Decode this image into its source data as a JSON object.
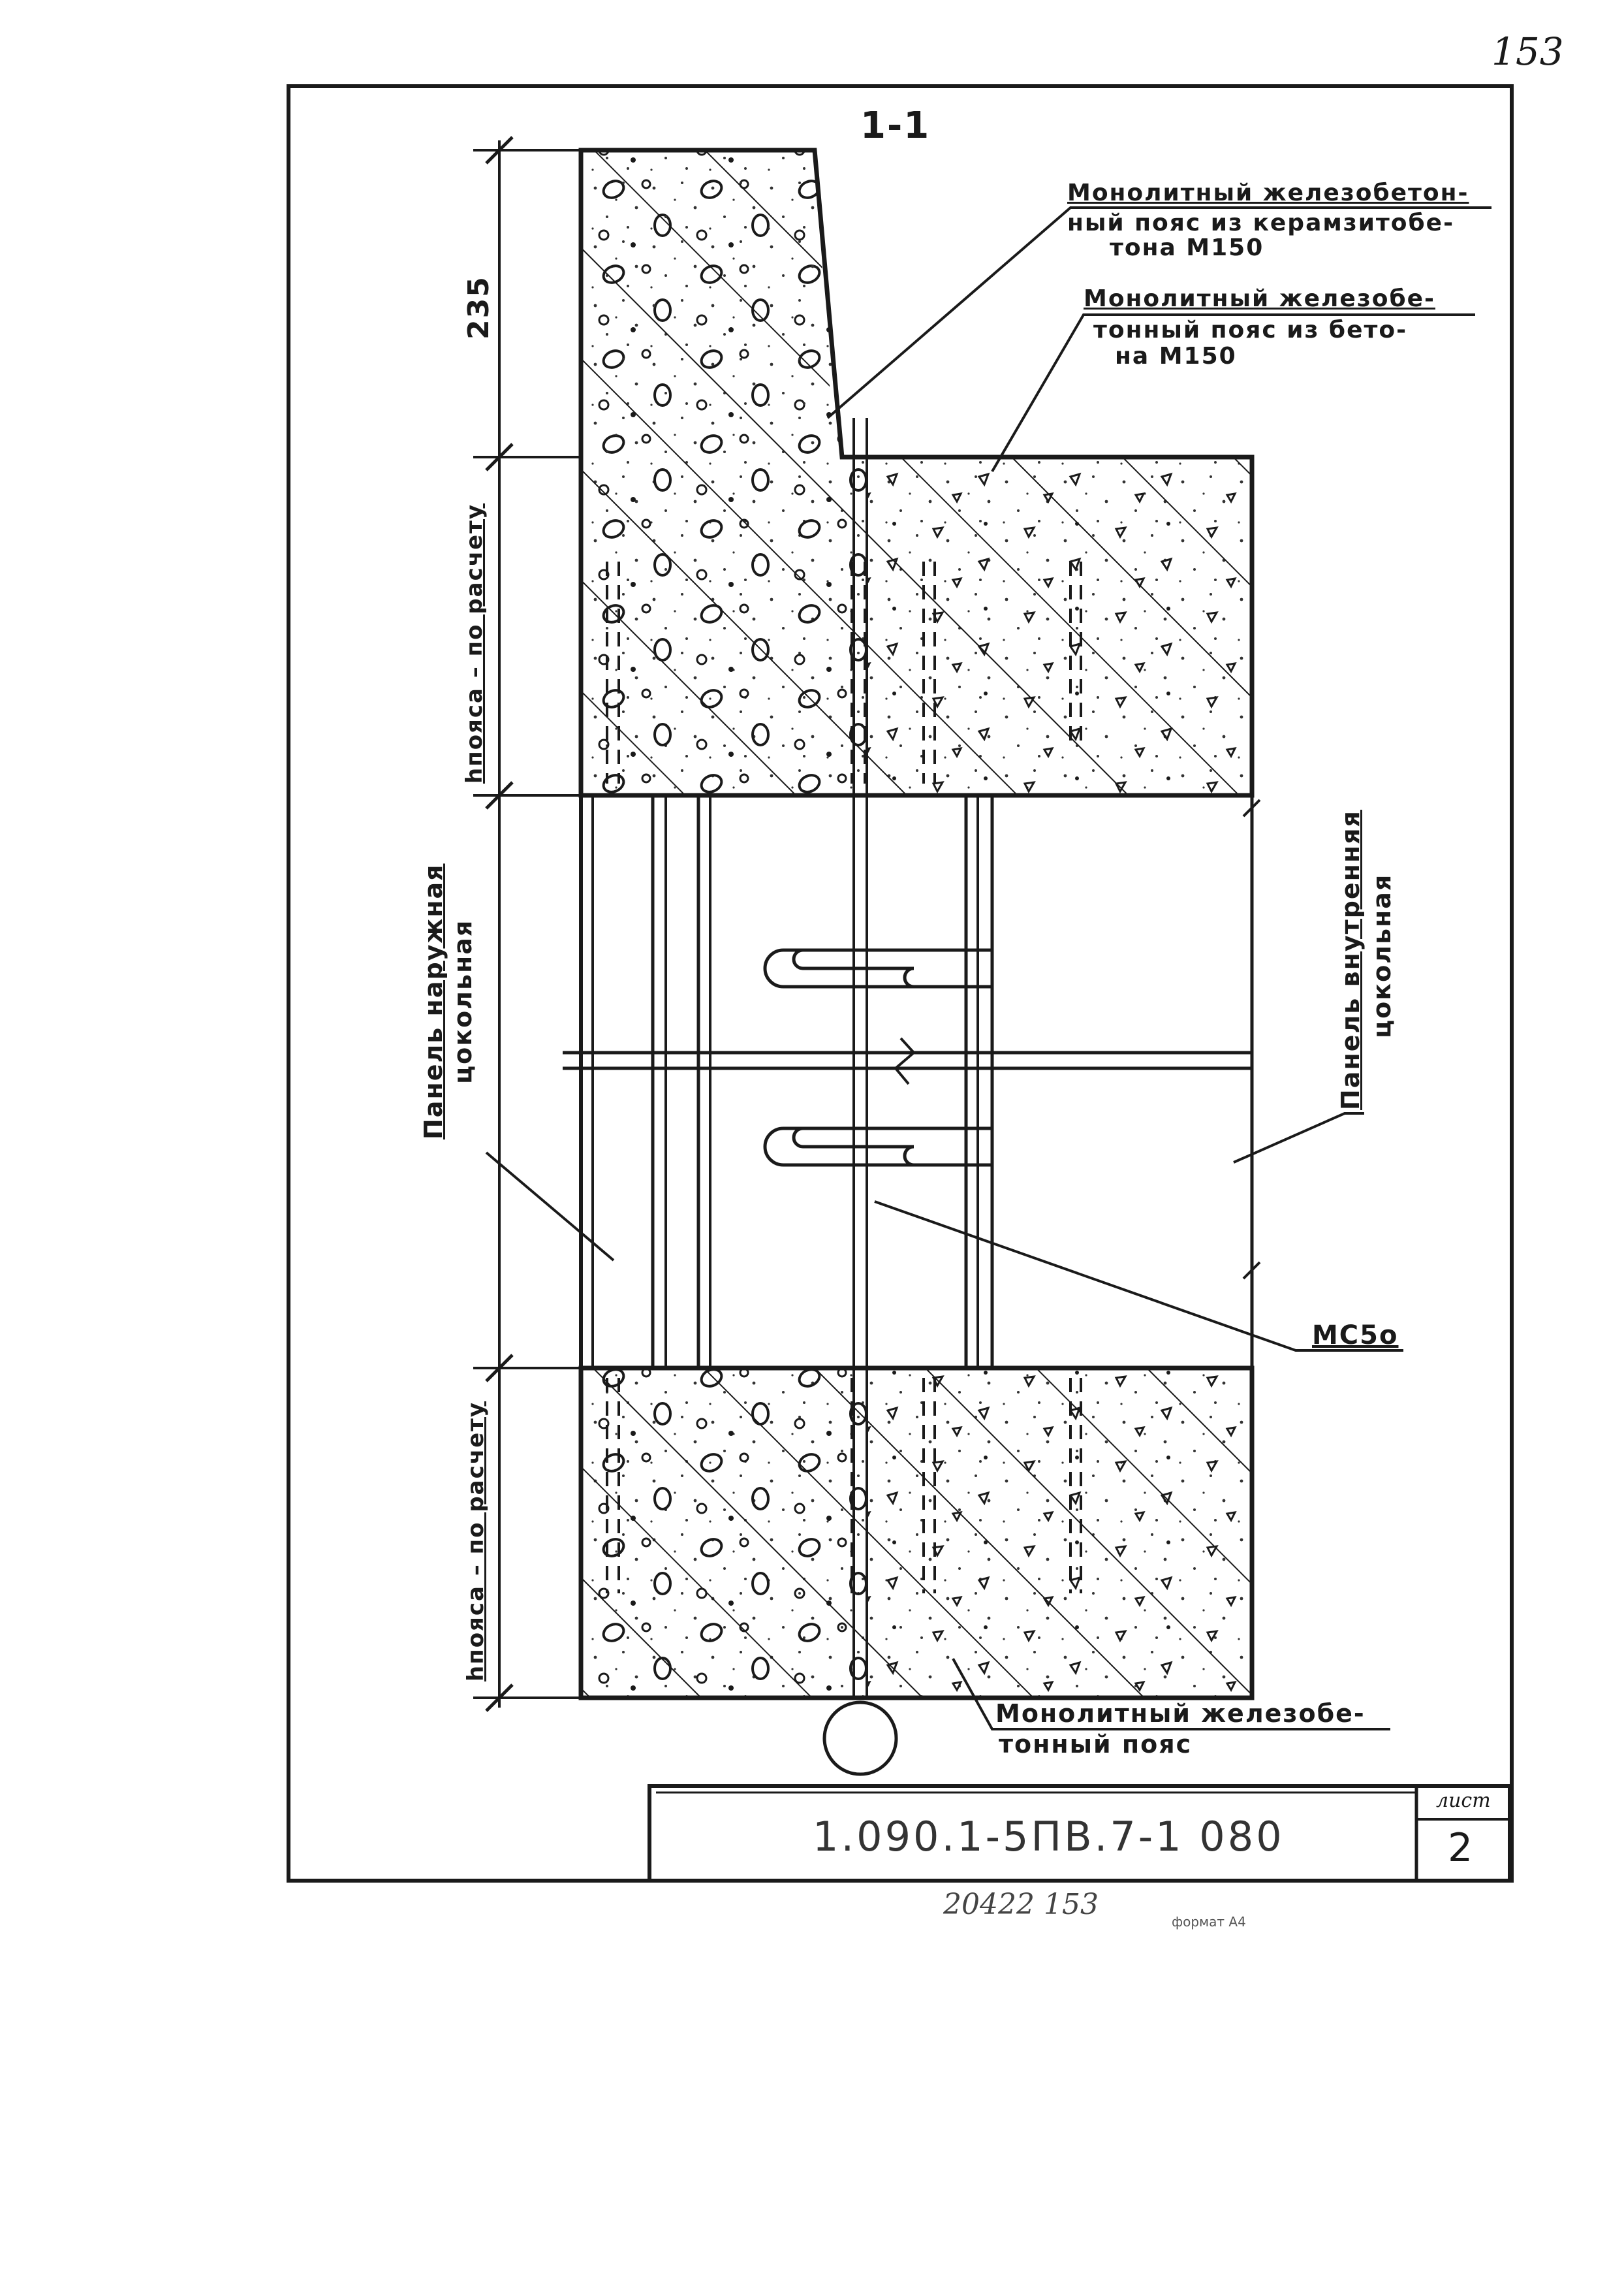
{
  "page_number": "153",
  "section_mark": "1-1",
  "dimension_top": "235",
  "dimension_upper_belt": "hпояса – по расчету",
  "dimension_lower_belt": "hпояса – по расчету",
  "callout_keramzit": [
    "Монолитный железобетон-",
    "ный пояс из керамзитобе-",
    "тона М150"
  ],
  "callout_concrete": [
    "Монолитный железобе-",
    "тонный пояс из бето-",
    "на М150"
  ],
  "label_outer_panel": [
    "Панель наружная",
    "цокольная"
  ],
  "label_inner_panel": [
    "Панель внутренняя",
    "цокольная"
  ],
  "label_mc": "МС5о",
  "callout_bottom_belt": [
    "Монолитный железобе-",
    "тонный пояс"
  ],
  "title_block": {
    "code": "1.090.1-5ПВ.7-1  080",
    "sheet_label": "лист",
    "sheet_number": "2"
  },
  "archive_number": "20422  153",
  "format_label": "формат А4"
}
